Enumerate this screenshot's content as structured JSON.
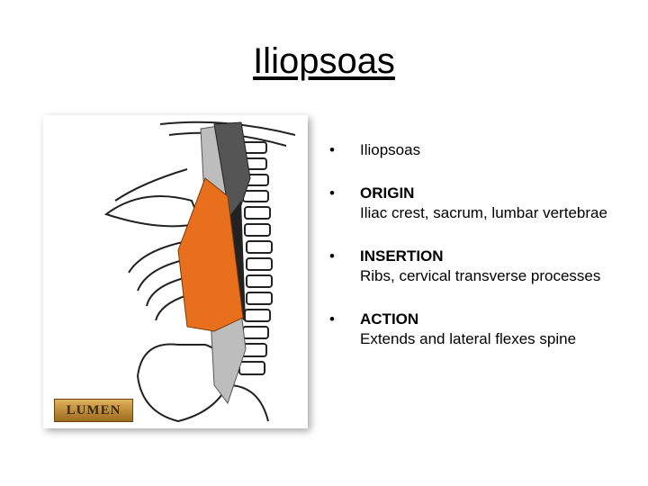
{
  "slide": {
    "title": "Iliopsoas",
    "logo_text": "LUMEN",
    "figure_icon": "spine-muscle-illustration",
    "bullets": [
      {
        "head": "Iliopsoas",
        "body": ""
      },
      {
        "head": "ORIGIN",
        "body": "Iliac crest, sacrum, lumbar vertebrae"
      },
      {
        "head": "INSERTION",
        "body": "Ribs, cervical transverse processes"
      },
      {
        "head": "ACTION",
        "body": "Extends and lateral flexes spine"
      }
    ]
  },
  "colors": {
    "muscle_orange": "#e8701c",
    "muscle_dark": "#333333",
    "muscle_grey": "#bdbdbd"
  }
}
